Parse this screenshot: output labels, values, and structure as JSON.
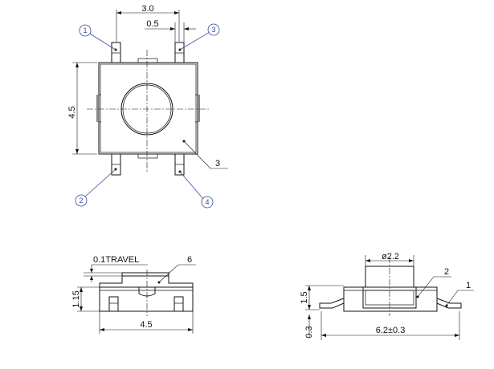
{
  "top_view": {
    "dim_width": "3.0",
    "dim_pad": "0.5",
    "dim_height": "4.5",
    "labels": {
      "lead_1": "1",
      "lead_2": "2",
      "lead_3": "3",
      "lead_4": "4",
      "body": "3"
    }
  },
  "side_view": {
    "travel": "0.1TRAVEL",
    "height": "1.15",
    "width": "4.5",
    "actuator_label": "6"
  },
  "front_view": {
    "actuator_dia": "ø2.2",
    "height": "1.5",
    "lead_offset": "0.3",
    "overall_width": "6.2±0.3",
    "cover_label": "2",
    "terminal_label": "1"
  }
}
